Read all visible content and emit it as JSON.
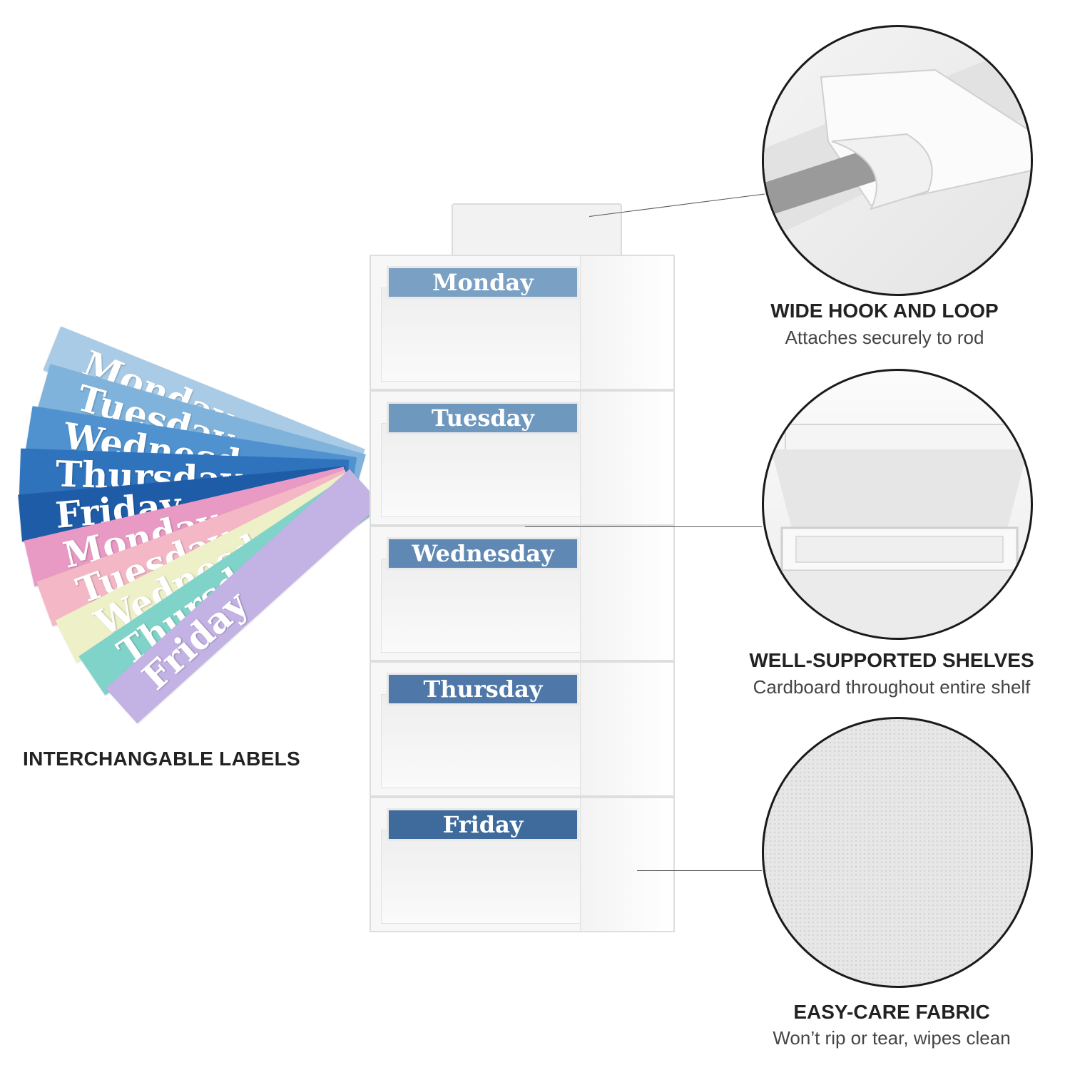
{
  "fan_labels": [
    "Monday",
    "Tuesday",
    "Wednesday",
    "Thursday",
    "Friday",
    "Monday",
    "Tuesday",
    "Wednesday",
    "Thursday",
    "Friday"
  ],
  "fan_colors": [
    "#a9cbe6",
    "#7fb3dc",
    "#4f92cf",
    "#2f73bd",
    "#1f5ca8",
    "#e99ac4",
    "#f4b7c6",
    "#eef0c8",
    "#7fd3c9",
    "#c3b2e4"
  ],
  "left_caption": "INTERCHANGABLE LABELS",
  "organizer": {
    "labels": [
      "Monday",
      "Tuesday",
      "Wednesday",
      "Thursday",
      "Friday"
    ],
    "label_colors": [
      "#7aa0c4",
      "#6f98be",
      "#5f89b4",
      "#4f78a8",
      "#3f6a9c"
    ]
  },
  "features": [
    {
      "title": "WIDE HOOK AND LOOP",
      "subtitle": "Attaches securely to rod"
    },
    {
      "title": "WELL-SUPPORTED SHELVES",
      "subtitle": "Cardboard throughout entire shelf"
    },
    {
      "title": "EASY-CARE FABRIC",
      "subtitle": "Won’t rip or tear, wipes clean"
    }
  ]
}
